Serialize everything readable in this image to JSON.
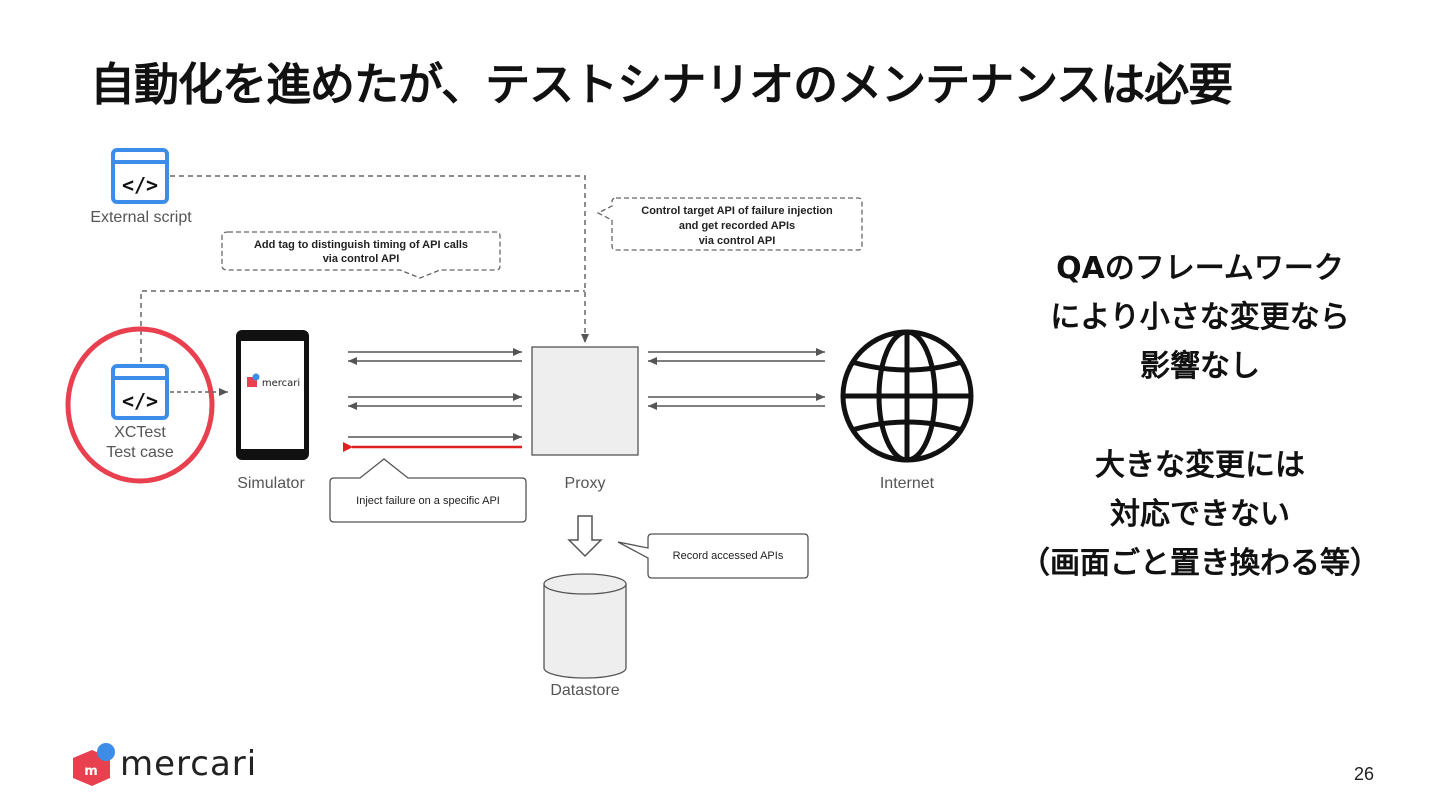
{
  "slide": {
    "title": "自動化を進めたが、テストシナリオのメンテナンスは必要",
    "page_number": "26",
    "logo_text": "mercari"
  },
  "diagram": {
    "external_script_label": "External script",
    "xctest_label_line1": "XCTest",
    "xctest_label_line2": "Test case",
    "simulator_label": "Simulator",
    "simulator_app_name": "mercari",
    "proxy_label": "Proxy",
    "internet_label": "Internet",
    "datastore_label": "Datastore",
    "callout_add_tag_line1": "Add tag to distinguish timing of API calls",
    "callout_add_tag_line2": "via control API",
    "callout_control_line1": "Control target API of failure injection",
    "callout_control_line2": "and  get recorded APIs",
    "callout_control_line3": "via control API",
    "callout_inject": "Inject failure on a specific API",
    "callout_record": "Record accessed APIs",
    "highlight_color": "#e8404f",
    "failure_arrow_color": "#e02020",
    "icon_blue": "#3d8de8"
  },
  "notes": {
    "line1": "QAのフレームワーク",
    "line2": "により小さな変更なら",
    "line3": "影響なし",
    "line4": "大きな変更には",
    "line5": "対応できない",
    "line6": "（画面ごと置き換わる等）"
  }
}
